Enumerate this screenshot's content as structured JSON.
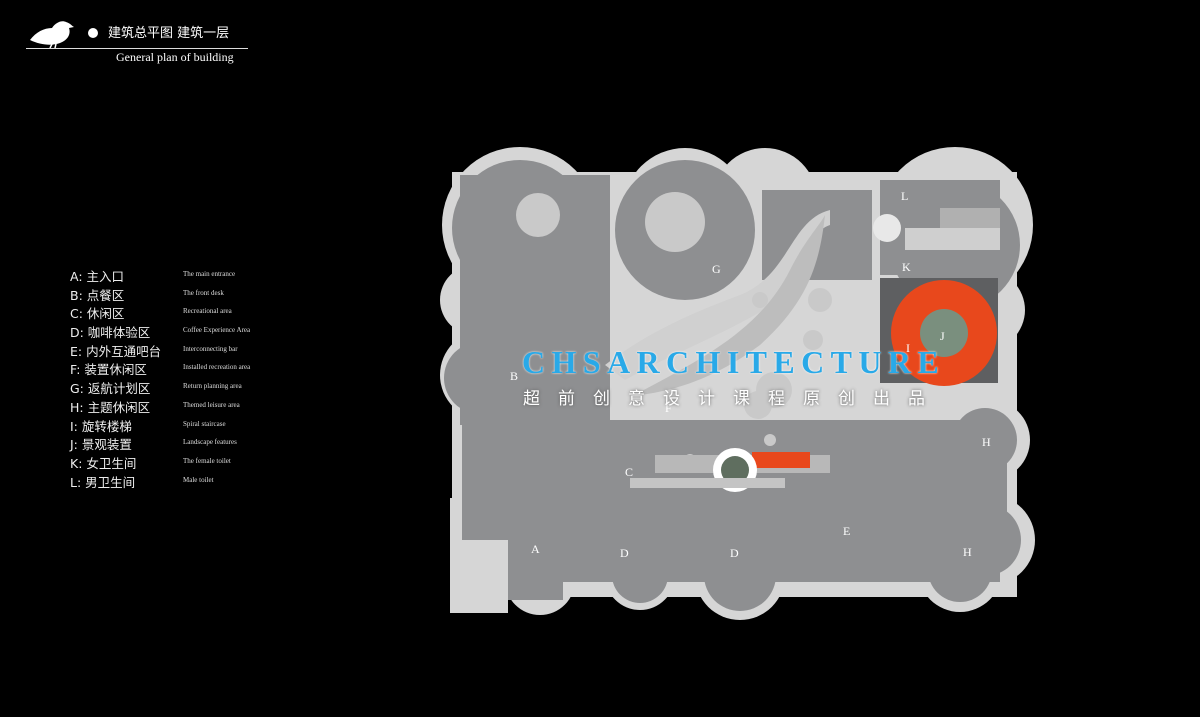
{
  "header": {
    "title_cn": "建筑总平图  建筑一层",
    "title_en": "General plan of building"
  },
  "legend": [
    {
      "key": "A:  主入口",
      "en": "The main entrance"
    },
    {
      "key": "B:  点餐区",
      "en": "The front desk"
    },
    {
      "key": "C:  休闲区",
      "en": "Recreational area"
    },
    {
      "key": "D:  咖啡体验区",
      "en": "Coffee Experience Area"
    },
    {
      "key": "E:  内外互通吧台",
      "en": "Interconnecting bar"
    },
    {
      "key": "F:  装置休闲区",
      "en": "Installed recreation area"
    },
    {
      "key": "G:  返航计划区",
      "en": "Return planning area"
    },
    {
      "key": "H:  主题休闲区",
      "en": "Themed leisure area"
    },
    {
      "key": "I:    旋转楼梯",
      "en": "Spiral staircase"
    },
    {
      "key": "J:  景观装置",
      "en": "Landscape features"
    },
    {
      "key": "K:  女卫生间",
      "en": "The female toilet"
    },
    {
      "key": "L:   男卫生间",
      "en": "Male toilet"
    }
  ],
  "plan_labels": {
    "A": "A",
    "B": "B",
    "C": "C",
    "D1": "D",
    "D2": "D",
    "E": "E",
    "F": "F",
    "G": "G",
    "H1": "H",
    "H2": "H",
    "I": "I",
    "J": "J",
    "K": "K",
    "L": "L"
  },
  "watermark": {
    "en": "CHSARCHITECTURE",
    "cn": "超前创意设计课程原创出品"
  },
  "colors": {
    "background": "#000000",
    "floor": "#8e8f91",
    "wall": "#d8d8d8",
    "staircase": "#e8481c",
    "watermark": "#29a9e8"
  }
}
